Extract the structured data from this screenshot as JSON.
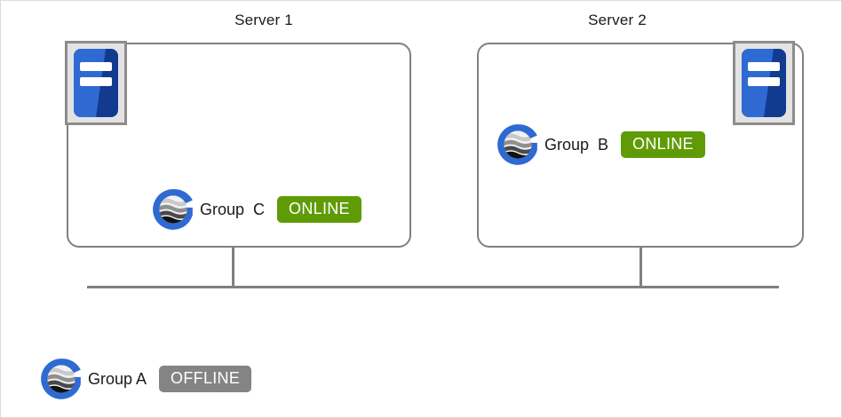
{
  "page": {
    "background": "#ffffff",
    "border_color": "#dcdcdc"
  },
  "colors": {
    "online_badge": "#5f9b06",
    "offline_badge": "#848484",
    "box_border": "#808080",
    "line": "#808080",
    "logo_ring_blue": "#2f6ad2",
    "rack_blue": "#2f6ad2",
    "rack_blue_dark": "#123a8f",
    "rack_frame_fill": "#e3e3e3",
    "rack_frame_border": "#8c8c8c",
    "text": "#1a1a1a"
  },
  "servers": [
    {
      "title": "Server 1",
      "icon_name": "server-rack-icon",
      "icon_position": "top-left",
      "group": {
        "name": "Group  C",
        "status": "ONLINE",
        "status_state": "online",
        "logo_name": "group-globe-logo"
      }
    },
    {
      "title": "Server 2",
      "icon_name": "server-rack-icon",
      "icon_position": "top-right",
      "group": {
        "name": "Group  B",
        "status": "ONLINE",
        "status_state": "online",
        "logo_name": "group-globe-logo"
      }
    }
  ],
  "standalone_group": {
    "name": "Group A",
    "status": "OFFLINE",
    "status_state": "offline",
    "logo_name": "group-globe-logo"
  }
}
